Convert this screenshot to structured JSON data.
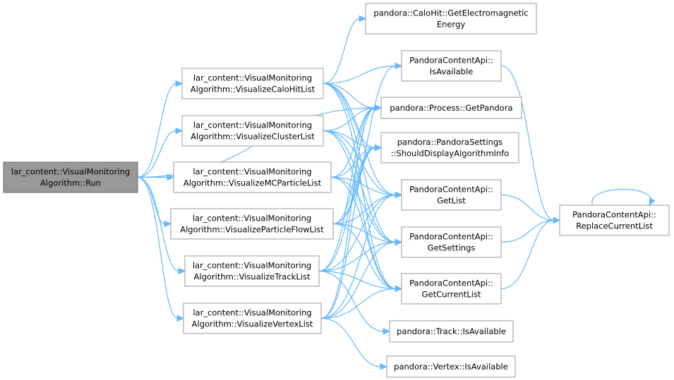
{
  "graph": {
    "edge_color": "#63b8ff",
    "node_border": "#999999",
    "root_fill": "#999999",
    "nodes": [
      {
        "id": "run",
        "lines": [
          "lar_content::VisualMonitoring",
          "Algorithm::Run"
        ],
        "highlight": true
      },
      {
        "id": "vch",
        "lines": [
          "lar_content::VisualMonitoring",
          "Algorithm::VisualizeCaloHitList"
        ]
      },
      {
        "id": "vcl",
        "lines": [
          "lar_content::VisualMonitoring",
          "Algorithm::VisualizeClusterList"
        ]
      },
      {
        "id": "vmc",
        "lines": [
          "lar_content::VisualMonitoring",
          "Algorithm::VisualizeMCParticleList"
        ]
      },
      {
        "id": "vpf",
        "lines": [
          "lar_content::VisualMonitoring",
          "Algorithm::VisualizeParticleFlowList"
        ]
      },
      {
        "id": "vtr",
        "lines": [
          "lar_content::VisualMonitoring",
          "Algorithm::VisualizeTrackList"
        ]
      },
      {
        "id": "vvx",
        "lines": [
          "lar_content::VisualMonitoring",
          "Algorithm::VisualizeVertexList"
        ]
      },
      {
        "id": "gem",
        "lines": [
          "pandora::CaloHit::GetElectromagnetic",
          "Energy"
        ]
      },
      {
        "id": "isa",
        "lines": [
          "PandoraContentApi::",
          "IsAvailable"
        ]
      },
      {
        "id": "gpd",
        "lines": [
          "pandora::Process::GetPandora"
        ]
      },
      {
        "id": "sdi",
        "lines": [
          "pandora::PandoraSettings",
          "::ShouldDisplayAlgorithmInfo"
        ]
      },
      {
        "id": "gls",
        "lines": [
          "PandoraContentApi::",
          "GetList"
        ]
      },
      {
        "id": "gst",
        "lines": [
          "PandoraContentApi::",
          "GetSettings"
        ]
      },
      {
        "id": "gcl",
        "lines": [
          "PandoraContentApi::",
          "GetCurrentList"
        ]
      },
      {
        "id": "tia",
        "lines": [
          "pandora::Track::IsAvailable"
        ]
      },
      {
        "id": "via",
        "lines": [
          "pandora::Vertex::IsAvailable"
        ]
      },
      {
        "id": "rcl",
        "lines": [
          "PandoraContentApi::",
          "ReplaceCurrentList"
        ]
      }
    ],
    "edges": [
      [
        "run",
        "vch"
      ],
      [
        "run",
        "vcl"
      ],
      [
        "run",
        "vmc"
      ],
      [
        "run",
        "vpf"
      ],
      [
        "run",
        "vtr"
      ],
      [
        "run",
        "vvx"
      ],
      [
        "run",
        "gpd"
      ],
      [
        "vch",
        "gem"
      ],
      [
        "vch",
        "isa"
      ],
      [
        "vch",
        "gpd"
      ],
      [
        "vch",
        "sdi"
      ],
      [
        "vch",
        "gls"
      ],
      [
        "vch",
        "gst"
      ],
      [
        "vch",
        "gcl"
      ],
      [
        "vcl",
        "gpd"
      ],
      [
        "vcl",
        "sdi"
      ],
      [
        "vcl",
        "gls"
      ],
      [
        "vcl",
        "gst"
      ],
      [
        "vcl",
        "gcl"
      ],
      [
        "vmc",
        "gpd"
      ],
      [
        "vmc",
        "sdi"
      ],
      [
        "vmc",
        "gls"
      ],
      [
        "vmc",
        "gst"
      ],
      [
        "vmc",
        "gcl"
      ],
      [
        "vpf",
        "isa"
      ],
      [
        "vpf",
        "gpd"
      ],
      [
        "vpf",
        "sdi"
      ],
      [
        "vpf",
        "gls"
      ],
      [
        "vpf",
        "gst"
      ],
      [
        "vpf",
        "gcl"
      ],
      [
        "vtr",
        "gpd"
      ],
      [
        "vtr",
        "sdi"
      ],
      [
        "vtr",
        "gls"
      ],
      [
        "vtr",
        "gst"
      ],
      [
        "vtr",
        "gcl"
      ],
      [
        "vtr",
        "tia"
      ],
      [
        "vvx",
        "gpd"
      ],
      [
        "vvx",
        "sdi"
      ],
      [
        "vvx",
        "gls"
      ],
      [
        "vvx",
        "gst"
      ],
      [
        "vvx",
        "gcl"
      ],
      [
        "vvx",
        "via"
      ],
      [
        "isa",
        "rcl"
      ],
      [
        "gls",
        "rcl"
      ],
      [
        "gst",
        "rcl"
      ],
      [
        "gcl",
        "rcl"
      ],
      [
        "rcl",
        "rcl"
      ]
    ]
  }
}
